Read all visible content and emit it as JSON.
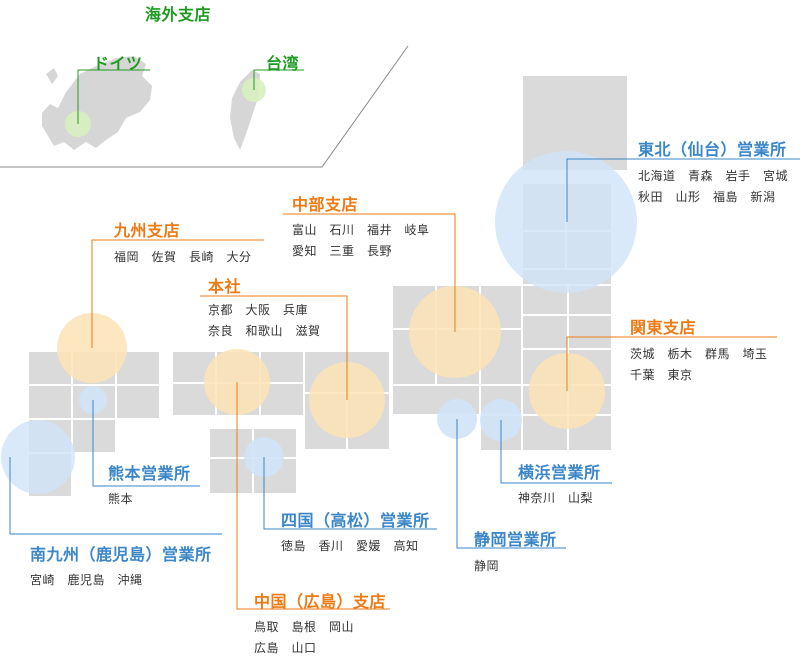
{
  "overseas": {
    "heading": "海外支店",
    "germany": "ドイツ",
    "taiwan": "台湾"
  },
  "offices": {
    "tohoku": {
      "name": "東北（仙台）営業所",
      "prefs": [
        "北海道　青森　岩手　宮城",
        "秋田　山形　福島　新潟"
      ]
    },
    "chubu": {
      "name": "中部支店",
      "prefs": [
        "富山　石川　福井　岐阜",
        "愛知　三重　長野"
      ]
    },
    "kyushu": {
      "name": "九州支店",
      "prefs": [
        "福岡　佐賀　長崎　大分"
      ]
    },
    "honsha": {
      "name": "本社",
      "prefs": [
        "京都　大阪　兵庫",
        "奈良　和歌山　滋賀"
      ]
    },
    "kanto": {
      "name": "関東支店",
      "prefs": [
        "茨城　栃木　群馬　埼玉",
        "千葉　東京"
      ]
    },
    "kumamoto": {
      "name": "熊本営業所",
      "prefs": [
        "熊本"
      ]
    },
    "yokohama": {
      "name": "横浜営業所",
      "prefs": [
        "神奈川　山梨"
      ]
    },
    "shikoku": {
      "name": "四国（高松）営業所",
      "prefs": [
        "徳島　香川　愛媛　高知"
      ]
    },
    "shizuoka": {
      "name": "静岡営業所",
      "prefs": [
        "静岡"
      ]
    },
    "minamikyushu": {
      "name": "南九州（鹿児島）営業所",
      "prefs": [
        "宮崎　鹿児島　沖縄"
      ]
    },
    "chugoku": {
      "name": "中国（広島）支店",
      "prefs": [
        "鳥取　島根　岡山",
        "広島　山口"
      ]
    }
  },
  "colors": {
    "branch": "#ee7a14",
    "office": "#3a86c8",
    "overseas": "#1f9b22",
    "map": "#dadada",
    "circle_branch": "#fbe3b5",
    "circle_office": "#cfe3f7",
    "circle_overseas": "#d8efc0"
  }
}
